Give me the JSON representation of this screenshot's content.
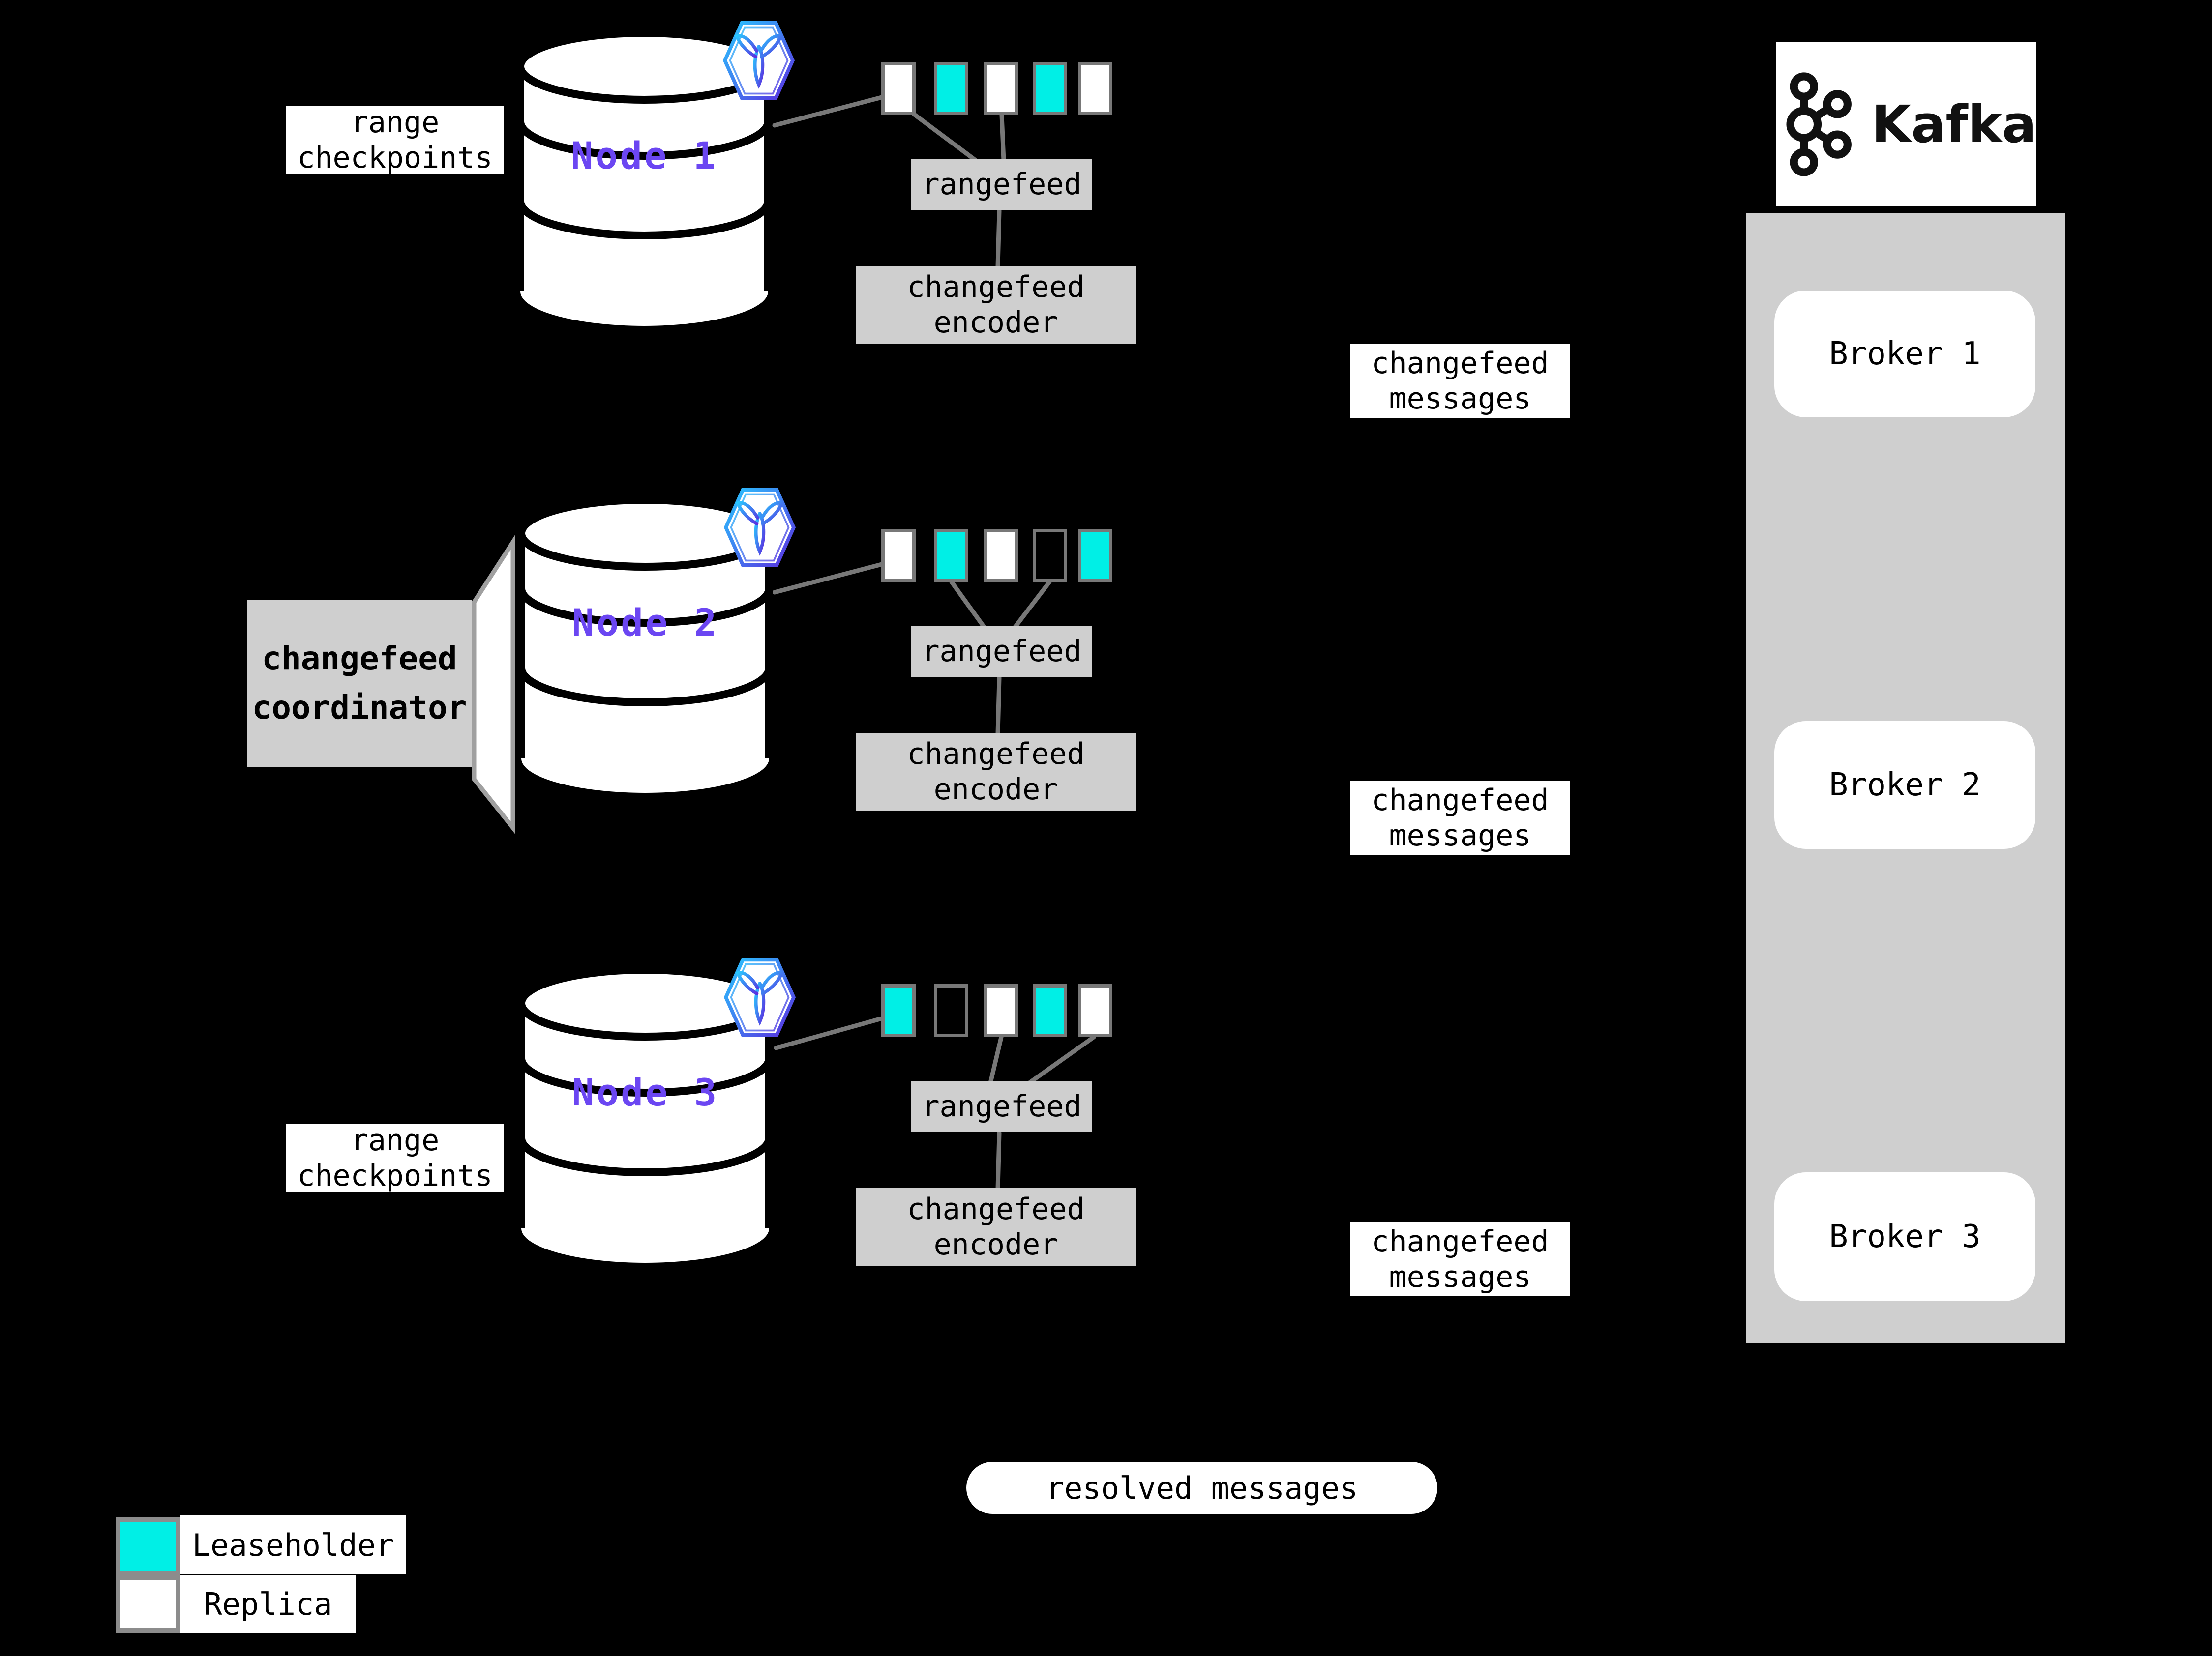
{
  "colors": {
    "leaseholder": "#00efe6",
    "replica": "#ffffff",
    "empty": "transparent",
    "node_label": "#6b46f2",
    "box_fill": "#cfcfcf",
    "connector": "#787878",
    "cell_border": "#787878",
    "swatch_border": "#8c8c8c"
  },
  "nodes": [
    {
      "label": "Node 1",
      "ranges": [
        "replica",
        "leaseholder",
        "replica",
        "leaseholder",
        "replica"
      ]
    },
    {
      "label": "Node 2",
      "ranges": [
        "replica",
        "leaseholder",
        "replica",
        "empty",
        "leaseholder"
      ]
    },
    {
      "label": "Node 3",
      "ranges": [
        "leaseholder",
        "empty",
        "replica",
        "leaseholder",
        "replica"
      ]
    }
  ],
  "labels": {
    "range_checkpoints": {
      "line1": "range",
      "line2": "checkpoints"
    },
    "rangefeed": "rangefeed",
    "changefeed_encoder": {
      "line1": "changefeed",
      "line2": "encoder"
    },
    "changefeed_messages": {
      "line1": "changefeed",
      "line2": "messages"
    },
    "changefeed_coordinator": {
      "line1": "changefeed",
      "line2": "coordinator"
    },
    "resolved_messages": "resolved messages"
  },
  "kafka": {
    "brand": "Kafka",
    "brokers": [
      {
        "label": "Broker 1"
      },
      {
        "label": "Broker 2"
      },
      {
        "label": "Broker 3"
      }
    ]
  },
  "legend": [
    {
      "label": "Leaseholder",
      "kind": "leaseholder"
    },
    {
      "label": "Replica",
      "kind": "replica"
    }
  ]
}
